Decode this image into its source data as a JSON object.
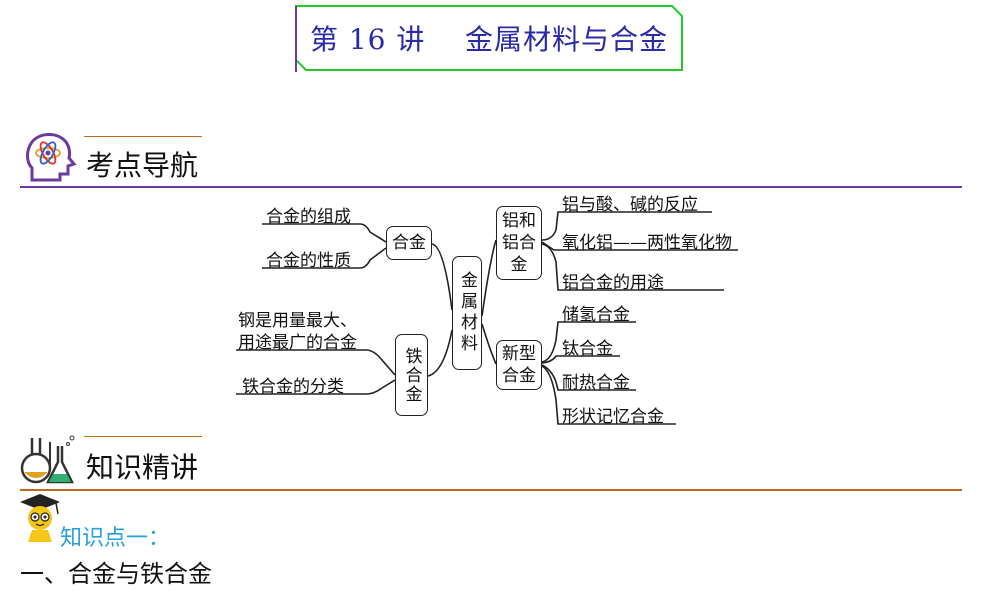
{
  "title": {
    "text": "第 16 讲    金属材料与合金"
  },
  "sections": {
    "guide": {
      "label": "考点导航"
    },
    "knowledge": {
      "label": "知识精讲"
    }
  },
  "mindmap": {
    "center": "金属材料",
    "branches": {
      "alloy": {
        "label": "合金",
        "items": [
          "合金的组成",
          "合金的性质"
        ]
      },
      "iron_alloy": {
        "label": "铁合金",
        "items": [
          "钢是用量最大、用途最广的合金",
          "铁合金的分类"
        ],
        "item0_lines": [
          "钢是用量最大、",
          "用途最广的合金"
        ]
      },
      "aluminum": {
        "label": "铝和铝合金",
        "items": [
          "铝与酸、碱的反应",
          "氧化铝——两性氧化物",
          "铝合金的用途"
        ]
      },
      "new_alloy": {
        "label": "新型合金",
        "items": [
          "储氢合金",
          "钛合金",
          "耐热合金",
          "形状记忆合金"
        ]
      }
    }
  },
  "knowledge_point": {
    "label": "知识点一："
  },
  "heading_1": {
    "text": "一、合金与铁合金"
  },
  "colors": {
    "title_text": "#2a2aa8",
    "title_border": "#22cc22",
    "guide_rule": "#6a3aa0",
    "knowledge_rule": "#c06a20",
    "knowledge_point": "#2aa0d8"
  }
}
